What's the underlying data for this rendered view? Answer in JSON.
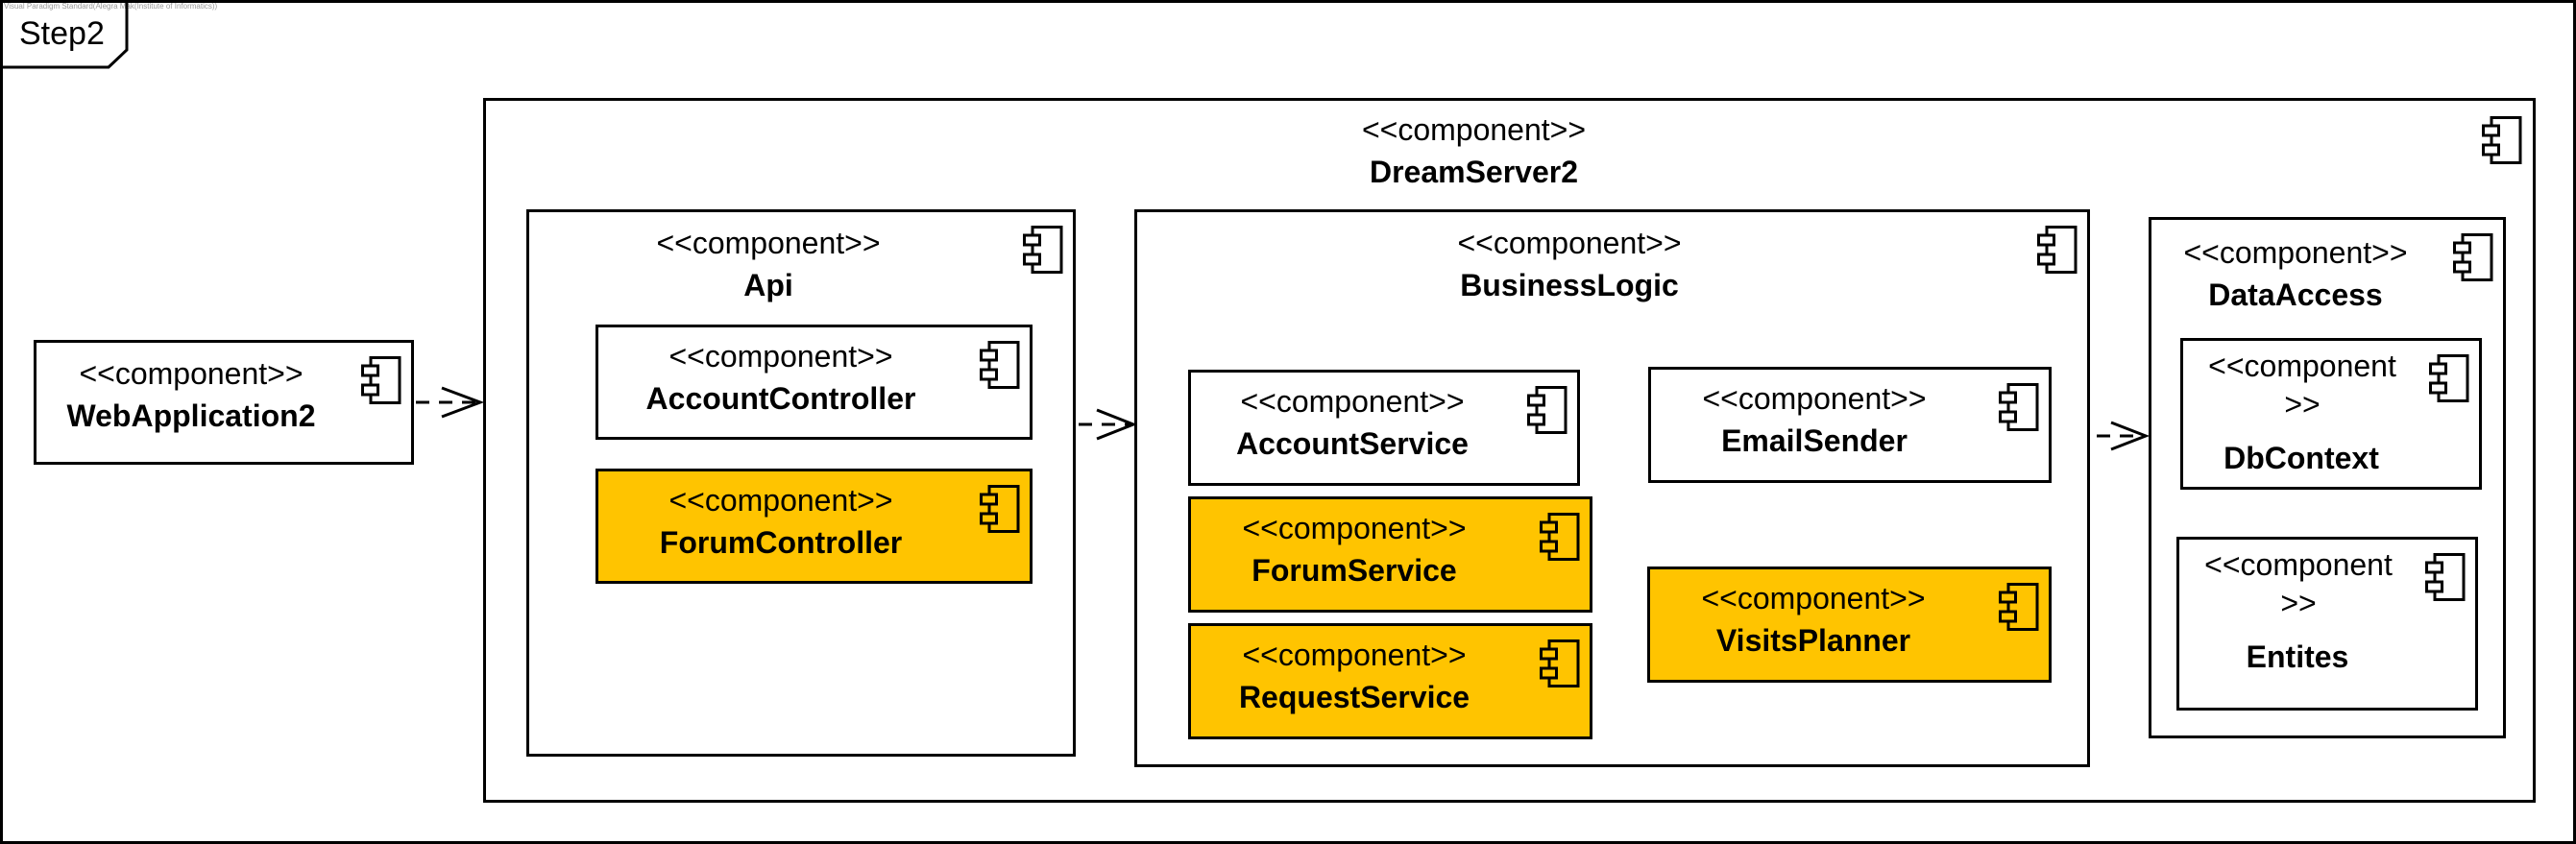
{
  "watermark": "Visual Paradigm Standard(Alegra Mak(Institute of Informatics))",
  "frame": {
    "label": "Step2"
  },
  "components": {
    "webapp": {
      "stereotype": "<<component>>",
      "name": "WebApplication2"
    },
    "server": {
      "stereotype": "<<component>>",
      "name": "DreamServer2"
    },
    "api": {
      "stereotype": "<<component>>",
      "name": "Api"
    },
    "account_controller": {
      "stereotype": "<<component>>",
      "name": "AccountController"
    },
    "forum_controller": {
      "stereotype": "<<component>>",
      "name": "ForumController",
      "highlighted": true
    },
    "business": {
      "stereotype": "<<component>>",
      "name": "BusinessLogic"
    },
    "account_service": {
      "stereotype": "<<component>>",
      "name": "AccountService"
    },
    "email_sender": {
      "stereotype": "<<component>>",
      "name": "EmailSender"
    },
    "forum_service": {
      "stereotype": "<<component>>",
      "name": "ForumService",
      "highlighted": true
    },
    "request_service": {
      "stereotype": "<<component>>",
      "name": "RequestService",
      "highlighted": true
    },
    "visits_planner": {
      "stereotype": "<<component>>",
      "name": "VisitsPlanner",
      "highlighted": true
    },
    "data_access": {
      "stereotype": "<<component>>",
      "name": "DataAccess"
    },
    "db_context": {
      "stereotype": "<<component\n>>",
      "name": "DbContext"
    },
    "entites": {
      "stereotype": "<<component\n>>",
      "name": "Entites"
    }
  },
  "colors": {
    "highlight": "#FFC400",
    "line": "#000000",
    "background": "#FFFFFF"
  }
}
